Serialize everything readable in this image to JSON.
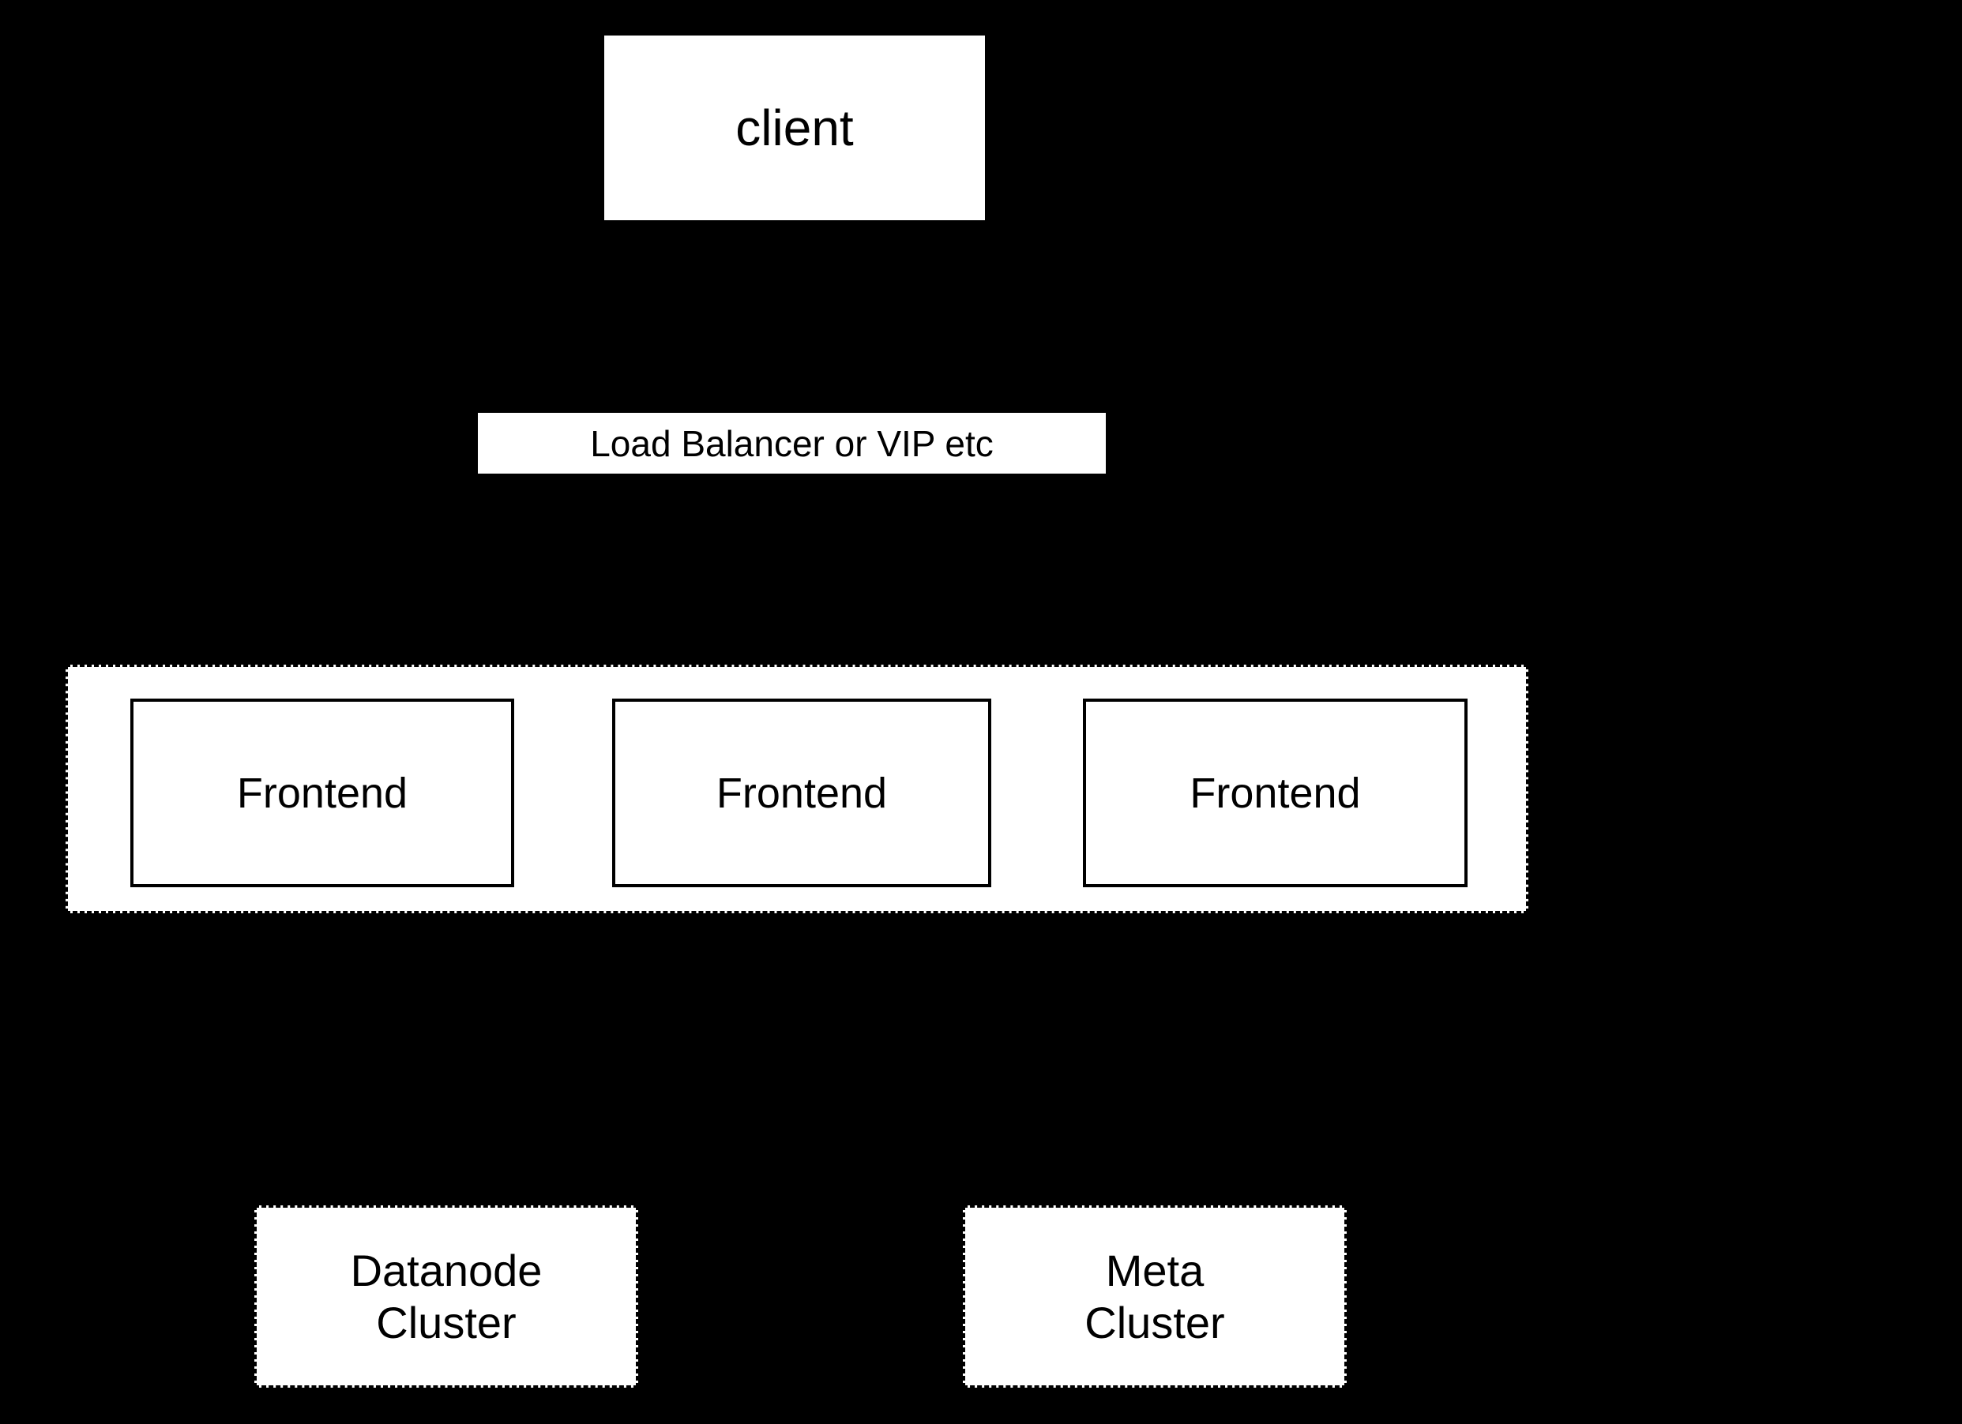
{
  "diagram": {
    "colors": {
      "background": "#000000",
      "node_fill": "#ffffff",
      "border_and_text": "#000000"
    },
    "nodes": {
      "client": {
        "label": "client"
      },
      "load_balancer": {
        "label": "Load Balancer or VIP etc"
      },
      "frontends": [
        {
          "label": "Frontend"
        },
        {
          "label": "Frontend"
        },
        {
          "label": "Frontend"
        }
      ],
      "datanode_cluster": {
        "label_line1": "Datanode",
        "label_line2": "Cluster"
      },
      "meta_cluster": {
        "label_line1": "Meta",
        "label_line2": "Cluster"
      }
    }
  }
}
